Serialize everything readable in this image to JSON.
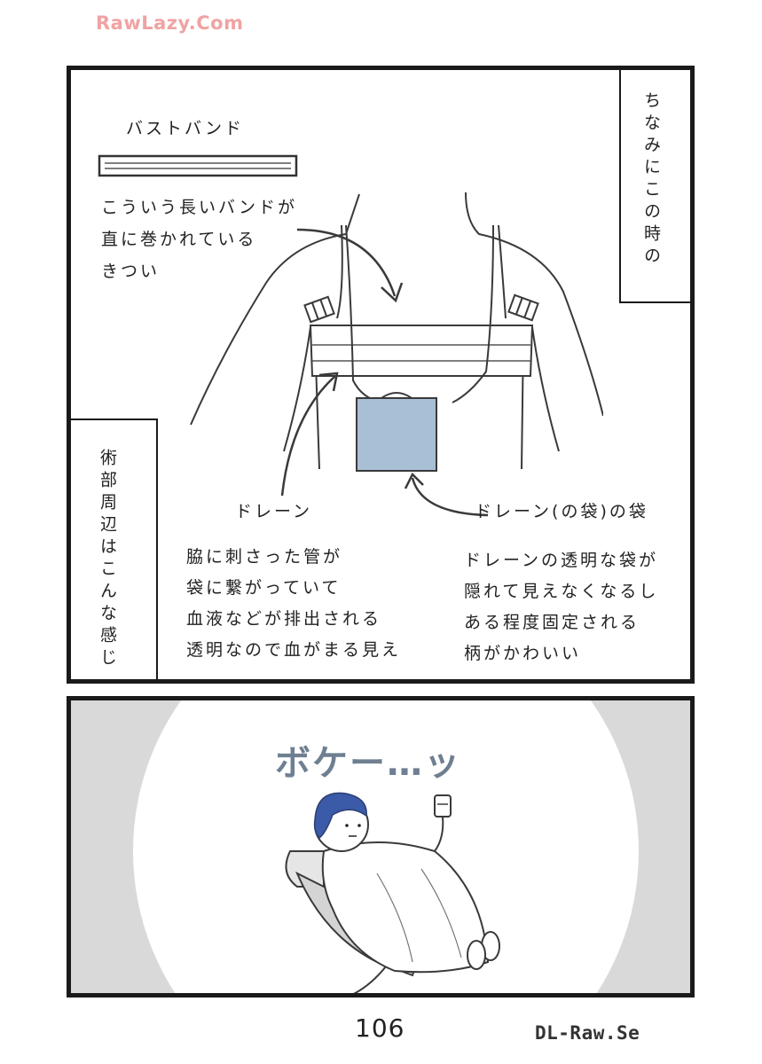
{
  "watermark_top": {
    "text": "RawLazy.Com",
    "color": "#f0a3a3"
  },
  "panel1": {
    "side_label_top": "ちなみにこの時の",
    "side_label_left": "術部周辺はこんな感じ",
    "bust_band_title": "バストバンド",
    "bust_band_desc": [
      "こういう長いバンドが",
      "直に巻かれている",
      "きつい"
    ],
    "drain_label": "ドレーン",
    "drain_bag_label": "ドレーン(の袋)の袋",
    "drain_desc": [
      "脇に刺さった管が",
      "袋に繋がっていて",
      "血液などが排出される",
      "透明なので血がまる見え"
    ],
    "bag_desc": [
      "ドレーンの透明な袋が",
      "隠れて見えなくなるし",
      "ある程度固定される",
      "柄がかわいい"
    ],
    "colors": {
      "bag_fill": "#a9bfd6",
      "line": "#3a3a3a"
    }
  },
  "panel2": {
    "sfx": "ボケー…ッ",
    "colors": {
      "hair": "#3b5aa8",
      "vignette": "#d9d9d9",
      "sfx": "#6f7f92"
    }
  },
  "footer": {
    "page_number": "106",
    "watermark_bottom": "DL-Raw.Se"
  }
}
